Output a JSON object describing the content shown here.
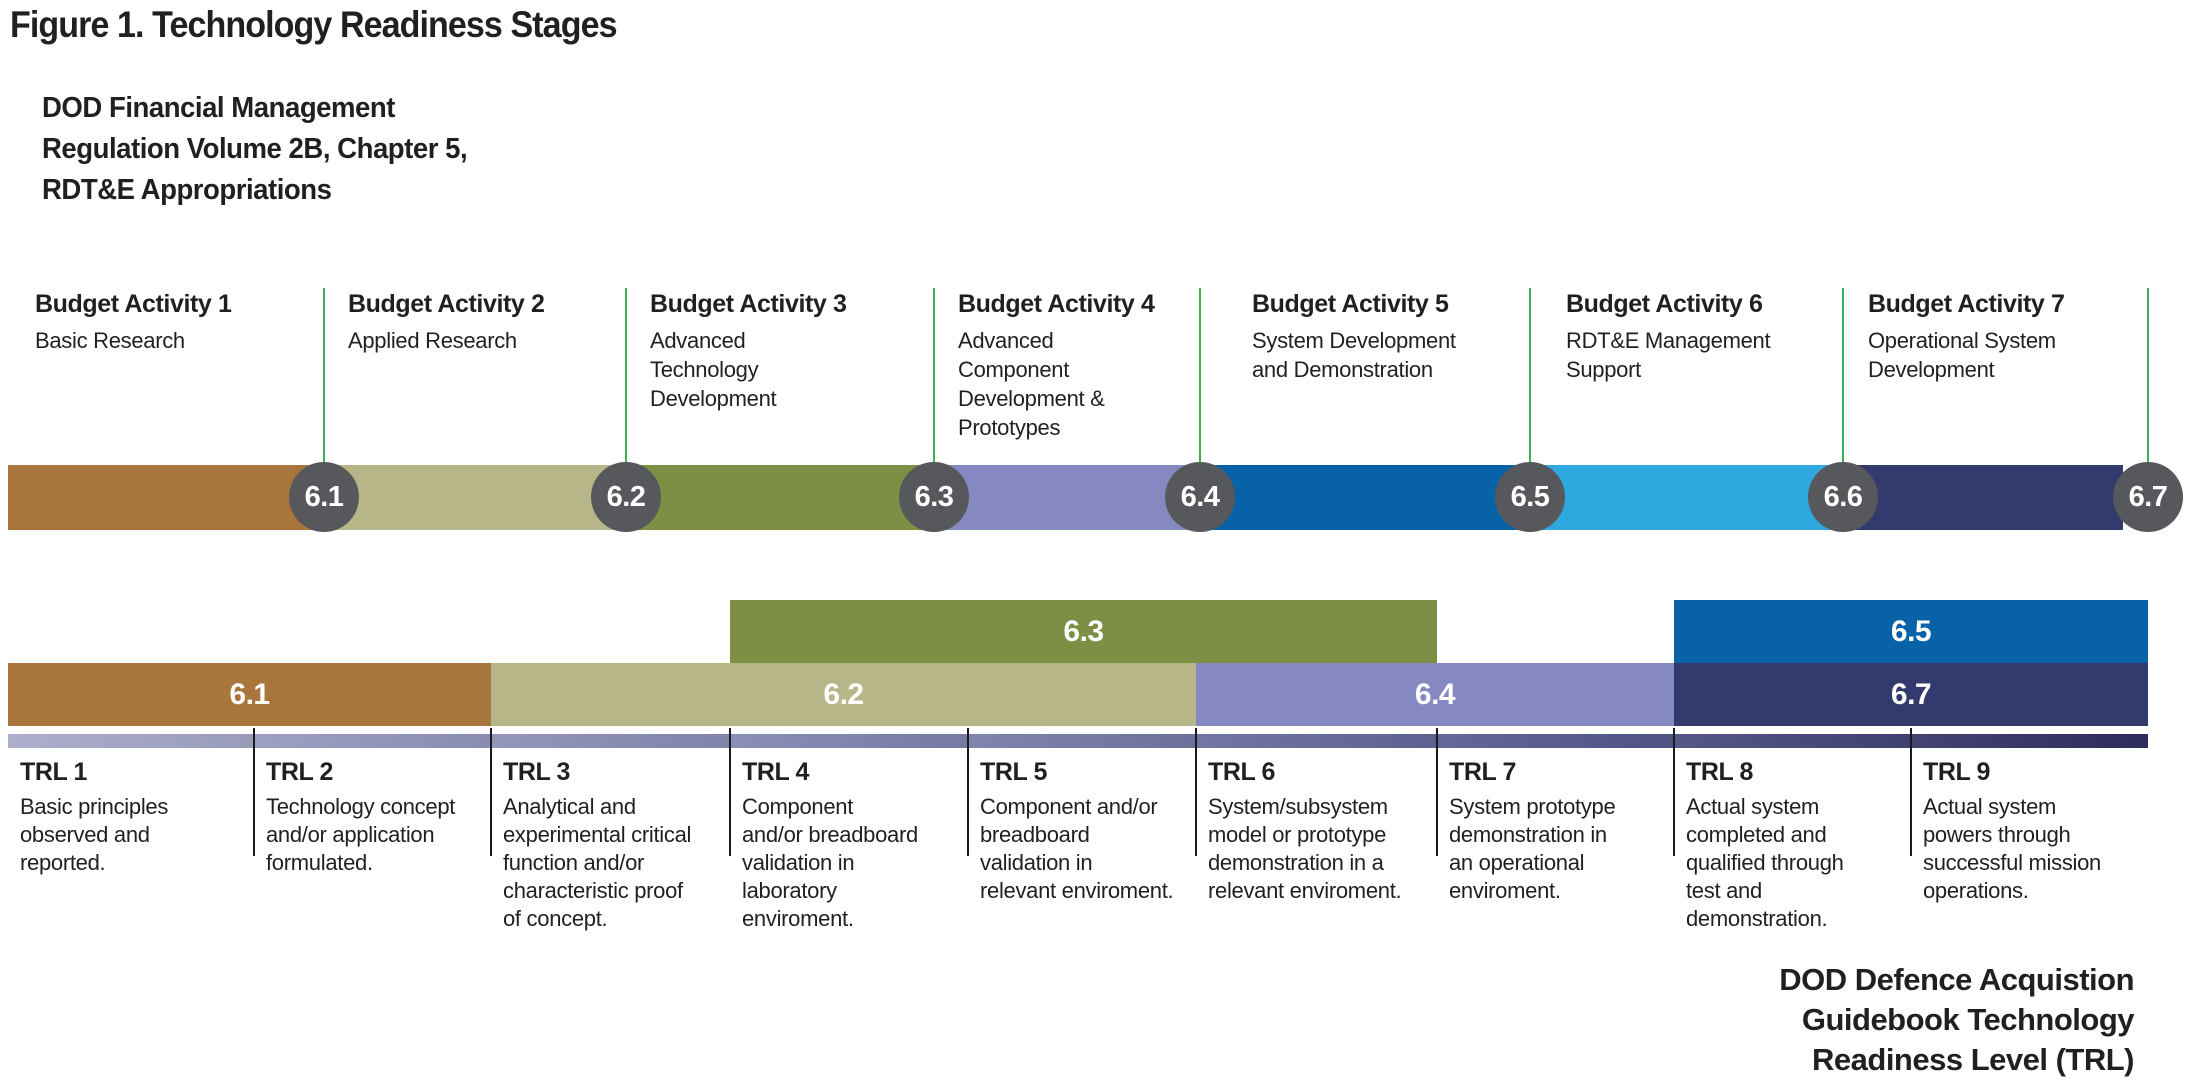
{
  "title": "Figure 1. Technology Readiness Stages",
  "source_note_fmr": {
    "lines": [
      "DOD Financial Management",
      "Regulation Volume 2B, Chapter 5,",
      "RDT&E Appropriations"
    ]
  },
  "budget_activities": [
    {
      "name": "Budget Activity 1",
      "desc_lines": [
        "Basic Research"
      ]
    },
    {
      "name": "Budget Activity 2",
      "desc_lines": [
        "Applied Research"
      ]
    },
    {
      "name": "Budget Activity 3",
      "desc_lines": [
        "Advanced",
        "Technology",
        "Development"
      ]
    },
    {
      "name": "Budget Activity 4",
      "desc_lines": [
        "Advanced",
        "Component",
        "Development &",
        "Prototypes"
      ]
    },
    {
      "name": "Budget Activity 5",
      "desc_lines": [
        "System Development",
        "and Demonstration"
      ]
    },
    {
      "name": "Budget Activity 6",
      "desc_lines": [
        "RDT&E Management",
        "Support"
      ]
    },
    {
      "name": "Budget Activity 7",
      "desc_lines": [
        "Operational System",
        "Development"
      ]
    }
  ],
  "funding_codes": [
    {
      "code": "6.1",
      "color": "#a8763c"
    },
    {
      "code": "6.2",
      "color": "#b6b689"
    },
    {
      "code": "6.3",
      "color": "#7c8f44"
    },
    {
      "code": "6.4",
      "color": "#8588c1"
    },
    {
      "code": "6.5",
      "color": "#0762a8"
    },
    {
      "code": "6.6",
      "color": "#2fa8e0"
    },
    {
      "code": "6.7",
      "color": "#333a6d"
    }
  ],
  "trl_span_bars": [
    {
      "code": "6.3",
      "color": "#7c8f44",
      "row": 1,
      "trl_start": 4,
      "trl_end": 6
    },
    {
      "code": "6.5",
      "color": "#0762a8",
      "row": 1,
      "trl_start": 8,
      "trl_end": 9
    },
    {
      "code": "6.1",
      "color": "#a8763c",
      "row": 2,
      "trl_start": 1,
      "trl_end": 2
    },
    {
      "code": "6.2",
      "color": "#b6b689",
      "row": 2,
      "trl_start": 3,
      "trl_end": 5
    },
    {
      "code": "6.4",
      "color": "#8588c1",
      "row": 2,
      "trl_start": 6,
      "trl_end": 7
    },
    {
      "code": "6.7",
      "color": "#333a6d",
      "row": 2,
      "trl_start": 8,
      "trl_end": 9
    }
  ],
  "trl_strip_colors": [
    "#a3a5c6",
    "#9295bd",
    "#888bb4",
    "#7e82ae",
    "#7377a5",
    "#63679a",
    "#53568c",
    "#434478",
    "#302e62"
  ],
  "trl_levels": [
    {
      "name": "TRL 1",
      "desc_lines": [
        "Basic principles",
        "observed and",
        "reported."
      ]
    },
    {
      "name": "TRL 2",
      "desc_lines": [
        "Technology concept",
        "and/or application",
        "formulated."
      ]
    },
    {
      "name": "TRL 3",
      "desc_lines": [
        "Analytical and",
        "experimental critical",
        "function and/or",
        "characteristic proof",
        "of concept."
      ]
    },
    {
      "name": "TRL 4",
      "desc_lines": [
        "Component",
        "and/or breadboard",
        "validation in",
        "laboratory",
        "enviroment."
      ]
    },
    {
      "name": "TRL 5",
      "desc_lines": [
        "Component and/or",
        "breadboard",
        "validation in",
        "relevant enviroment."
      ]
    },
    {
      "name": "TRL 6",
      "desc_lines": [
        "System/subsystem",
        "model or prototype",
        "demonstration in a",
        "relevant enviroment."
      ]
    },
    {
      "name": "TRL 7",
      "desc_lines": [
        "System prototype",
        "demonstration in",
        "an operational",
        "enviroment."
      ]
    },
    {
      "name": "TRL 8",
      "desc_lines": [
        "Actual system",
        "completed and",
        "qualified through",
        "test and",
        "demonstration."
      ]
    },
    {
      "name": "TRL 9",
      "desc_lines": [
        "Actual system",
        "powers through",
        "successful mission",
        "operations."
      ]
    }
  ],
  "source_note_dag": {
    "lines": [
      "DOD Defence Acquistion",
      "Guidebook Technology",
      "Readiness Level (TRL)"
    ]
  },
  "colors": {
    "connector_green": "#3bb14f",
    "circle_gray": "#57585b",
    "separator_black": "#1a1a1a",
    "text": "#221f20",
    "background": "#ffffff"
  }
}
